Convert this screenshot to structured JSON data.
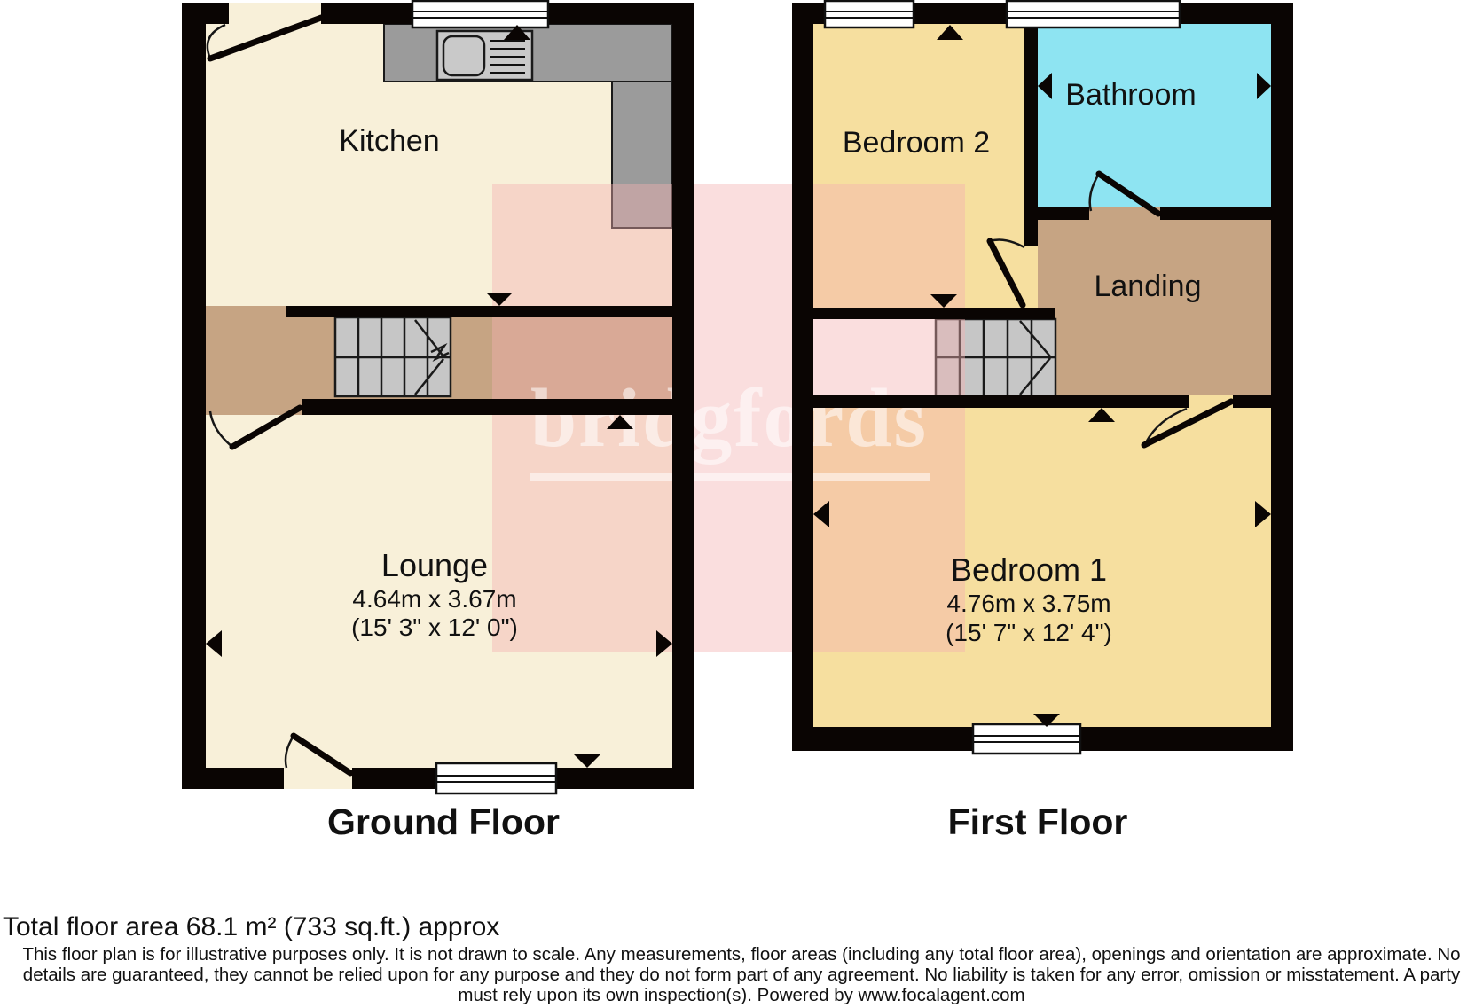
{
  "colors": {
    "wall": "#0a0503",
    "outline": "#1a1a1a",
    "cream": "#f8f0d9",
    "yellow": "#f6df9f",
    "cyan": "#8ee4f2",
    "tan": "#c6a483",
    "counter": "#9b9b9b",
    "counter_light": "#c9c9c9",
    "stairs": "#c6c6c6",
    "void": "#ffffff",
    "window": "#ffffff",
    "watermark_pink": "rgba(242,176,176,0.42)",
    "watermark_text": "rgba(255,255,255,0.55)"
  },
  "ground_floor": {
    "title": "Ground Floor",
    "kitchen": {
      "label": "Kitchen"
    },
    "lounge": {
      "label": "Lounge",
      "dim_metric": "4.64m x 3.67m",
      "dim_imperial": "(15' 3\" x 12' 0\")"
    }
  },
  "first_floor": {
    "title": "First Floor",
    "bedroom2": {
      "label": "Bedroom 2"
    },
    "bathroom": {
      "label": "Bathroom"
    },
    "landing": {
      "label": "Landing"
    },
    "bedroom1": {
      "label": "Bedroom 1",
      "dim_metric": "4.76m x 3.75m",
      "dim_imperial": "(15' 7\" x 12' 4\")"
    }
  },
  "watermark": {
    "text": "bridgfords"
  },
  "footer": {
    "total_area": "Total floor area 68.1 m² (733 sq.ft.) approx",
    "disclaimer_line1": "This floor plan is for illustrative purposes only. It is not drawn to scale. Any measurements, floor areas (including any total floor area), openings and orientation are approximate. No",
    "disclaimer_line2": "details are guaranteed, they cannot be relied upon for any purpose and they do not form part of any agreement. No liability is taken for any error, omission or misstatement. A party",
    "disclaimer_line3": "must rely upon its own inspection(s). Powered by www.focalagent.com"
  }
}
